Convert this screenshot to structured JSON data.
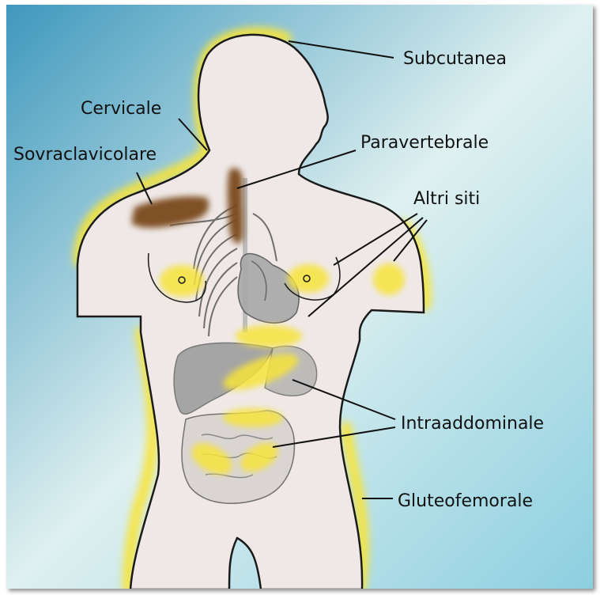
{
  "labels": {
    "subcutanea": "Subcutanea",
    "cervicale": "Cervicale",
    "sovraclavicolare": "Sovraclavicolare",
    "paravertebrale": "Paravertebrale",
    "altri_siti": "Altri siti",
    "intraaddominale": "Intraaddominale",
    "gluteofemorale": "Gluteofemorale"
  },
  "colors": {
    "background_dark": "#4fa6c4",
    "background_light": "#e4f2f2",
    "skin": "#efe8e6",
    "fat_yellow": "#f7e43a",
    "brown_fat": "#7a4a1f",
    "organ_gray": "#9a9a9a",
    "outline": "#1a1a1a"
  }
}
